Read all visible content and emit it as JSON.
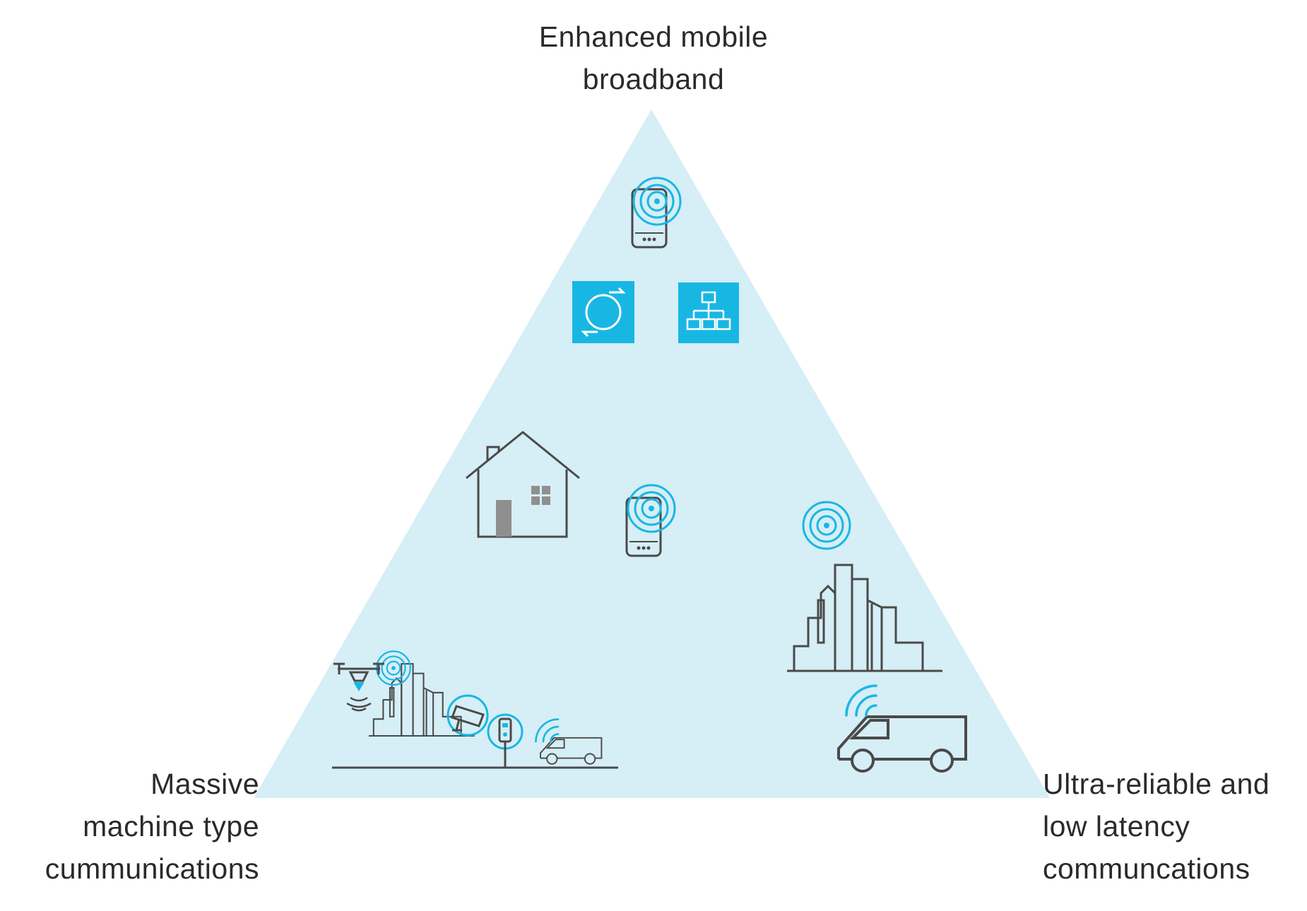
{
  "labels": {
    "top": [
      "Enhanced mobile",
      "broadband"
    ],
    "left": [
      "Massive",
      "machine type",
      "cummunications"
    ],
    "right": [
      "Ultra-reliable and",
      "low latency",
      "communcations"
    ]
  },
  "colors": {
    "triangle_fill": "#d6eef6",
    "accent": "#18b7e3",
    "line": "#4a4a4a",
    "door": "#8f8f8f",
    "text": "#2a2a2a"
  },
  "icons": [
    "smartphone-icon",
    "refresh-cycle-icon",
    "org-chart-icon",
    "house-icon",
    "factory-icon",
    "van-icon",
    "drone-icon",
    "security-camera-icon",
    "sensor-meter-icon",
    "wireless-signal-icon"
  ]
}
